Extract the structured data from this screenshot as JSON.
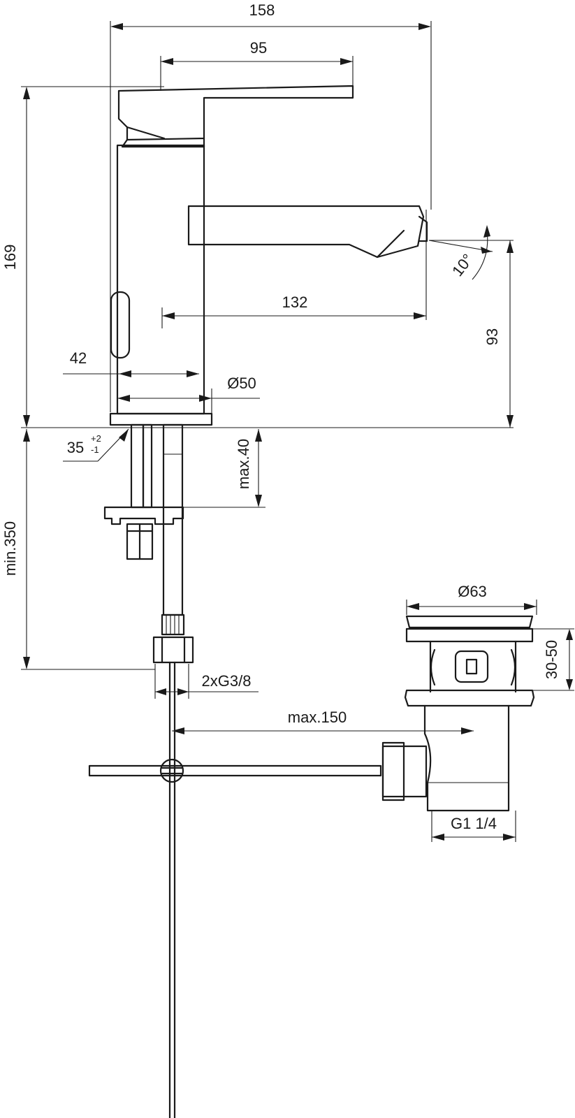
{
  "dimensions": {
    "overall_width": "158",
    "lever_length": "95",
    "total_height": "169",
    "spout_reach": "132",
    "spout_height": "93",
    "spout_angle": "10°",
    "body_offset": "42",
    "base_diameter": "Ø50",
    "hole_diameter": "35",
    "hole_tol_plus": "+2",
    "hole_tol_minus": "-1",
    "max_deck": "max.40",
    "min_hose": "min.350",
    "connection": "2xG3/8",
    "max_rod": "max.150",
    "waste_diameter": "Ø63",
    "waste_range": "30-50",
    "waste_thread": "G1 1/4"
  }
}
